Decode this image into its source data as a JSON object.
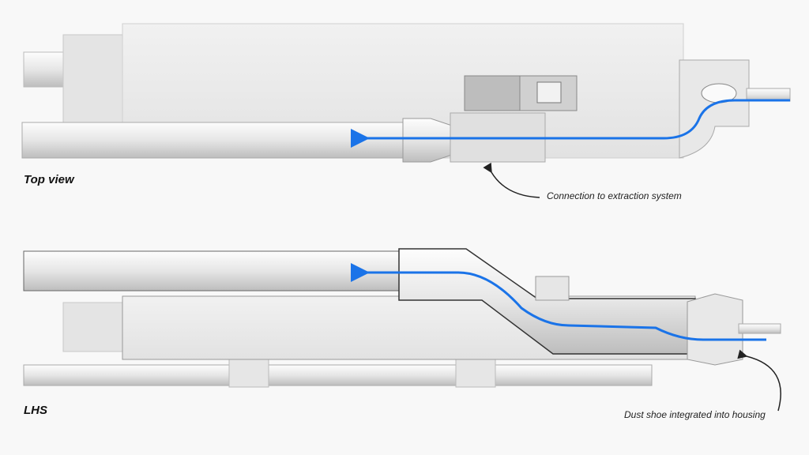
{
  "views": {
    "top": {
      "label": "Top view",
      "annotation": "Connection to extraction system"
    },
    "side": {
      "label": "LHS",
      "annotation": "Dust shoe integrated into housing"
    }
  },
  "colors": {
    "airflow": "#1a73e8",
    "background": "#f8f8f8",
    "housing": "#ececec"
  }
}
